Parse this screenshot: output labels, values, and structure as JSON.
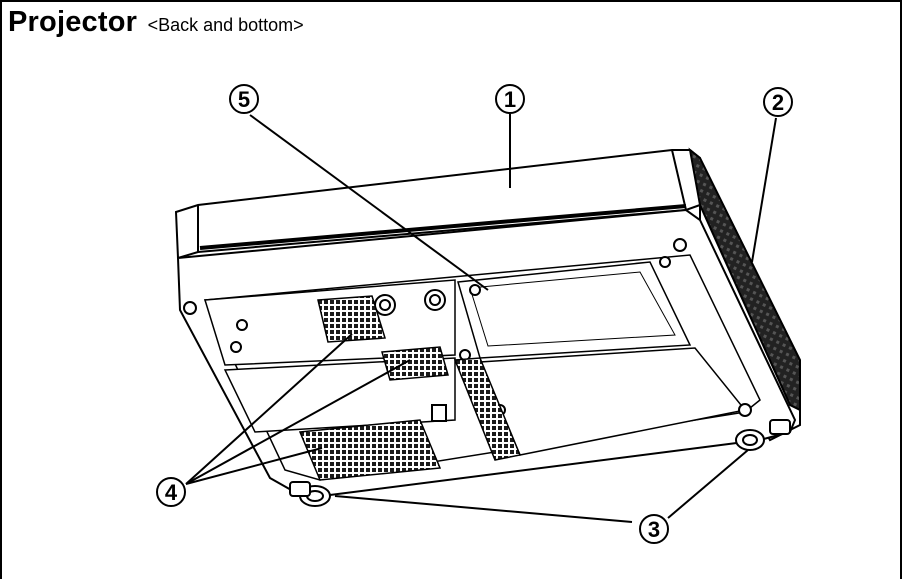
{
  "title": {
    "main": "Projector",
    "sub": "<Back and bottom>"
  },
  "callouts": [
    {
      "id": "1",
      "label": "①"
    },
    {
      "id": "2",
      "label": "②"
    },
    {
      "id": "3",
      "label": "③"
    },
    {
      "id": "4",
      "label": "④"
    },
    {
      "id": "5",
      "label": "⑤"
    }
  ],
  "colors": {
    "line": "#000000",
    "background": "#ffffff",
    "vent": "#1a1a1a",
    "shade": "#2b2b2b"
  }
}
